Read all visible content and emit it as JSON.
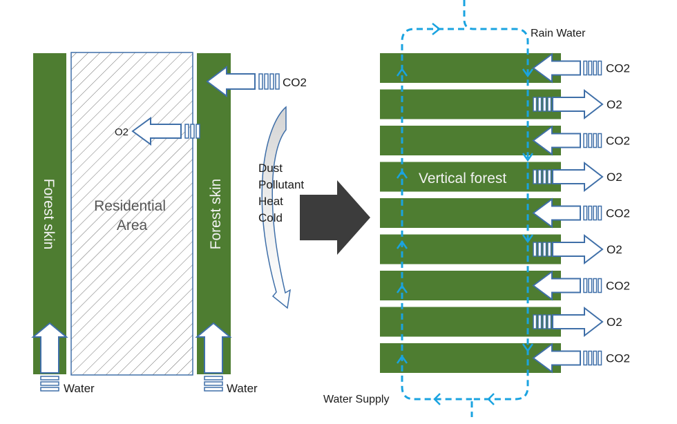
{
  "left": {
    "forest_skin_left": "Forest skin",
    "forest_skin_right": "Forest skin",
    "residential_area": [
      "Residential",
      "Area"
    ],
    "co2_label": "CO2",
    "o2_label": "O2",
    "water_left": "Water",
    "water_right": "Water",
    "effects": [
      "Dust",
      "Pollutant",
      "Heat",
      "Cold"
    ]
  },
  "right": {
    "title": "Vertical forest",
    "rain_water": "Rain Water",
    "water_supply": "Water Supply",
    "floor_labels": [
      "CO2",
      "O2",
      "CO2",
      "O2",
      "CO2",
      "O2",
      "CO2",
      "O2",
      "CO2"
    ]
  },
  "colors": {
    "forest_green": "#4e7d31",
    "arrow_outline": "#3f6fa8",
    "water_line": "#1aa3e0",
    "big_arrow": "#3c3c3c",
    "hatch": "#6f6f6f",
    "swoosh": "#c9c9c9"
  }
}
